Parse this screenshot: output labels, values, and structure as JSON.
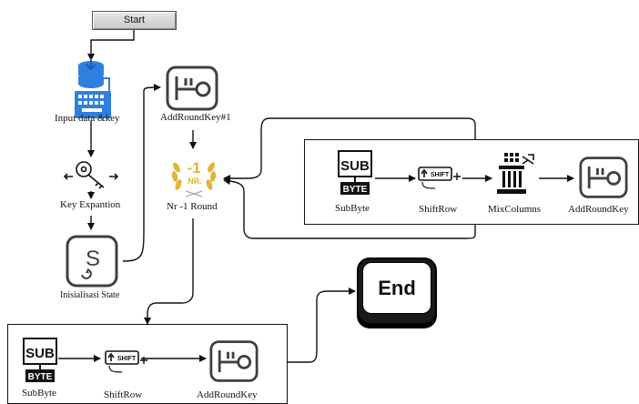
{
  "start": {
    "label": "Start"
  },
  "end": {
    "label": "End"
  },
  "steps": {
    "input": "Input data &key",
    "key_expansion": "Key Expantion",
    "init_state": "Inisialisasi State",
    "add_round_key_1": "AddRoundKey#1",
    "nr_round": "Nr -1 Round"
  },
  "badge": {
    "number": "-1",
    "text": "NR."
  },
  "round_box": {
    "items": [
      "SubByte",
      "ShiftRow",
      "MixColumns",
      "AddRoundKey"
    ]
  },
  "final_box": {
    "items": [
      "SubByte",
      "ShiftRow",
      "AddRoundKey"
    ]
  },
  "icon_text": {
    "sub": "SUB",
    "byte": "BYTE",
    "shift": "SHIFT",
    "s": "S"
  },
  "colors": {
    "database_blue": "#2f7fe0",
    "badge_gold": "#e2b53a",
    "icon_dark": "#3c4045"
  }
}
